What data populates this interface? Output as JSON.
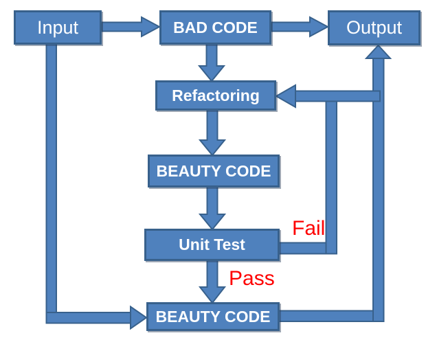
{
  "diagram": {
    "colors": {
      "shape_fill": "#4F81BD",
      "shape_border": "#38618C",
      "node_text": "#FDFEFF",
      "label_color": "#FE0000",
      "background": "#FFFFFF"
    },
    "nodes": {
      "input": {
        "label": "Input"
      },
      "bad_code": {
        "label": "BAD CODE"
      },
      "output": {
        "label": "Output"
      },
      "refactoring": {
        "label": "Refactoring"
      },
      "beauty_code_mid": {
        "label": "BEAUTY CODE"
      },
      "unit_test": {
        "label": "Unit Test"
      },
      "beauty_code_bottom": {
        "label": "BEAUTY CODE"
      }
    },
    "edge_labels": {
      "fail": "Fail",
      "pass": "Pass"
    }
  }
}
